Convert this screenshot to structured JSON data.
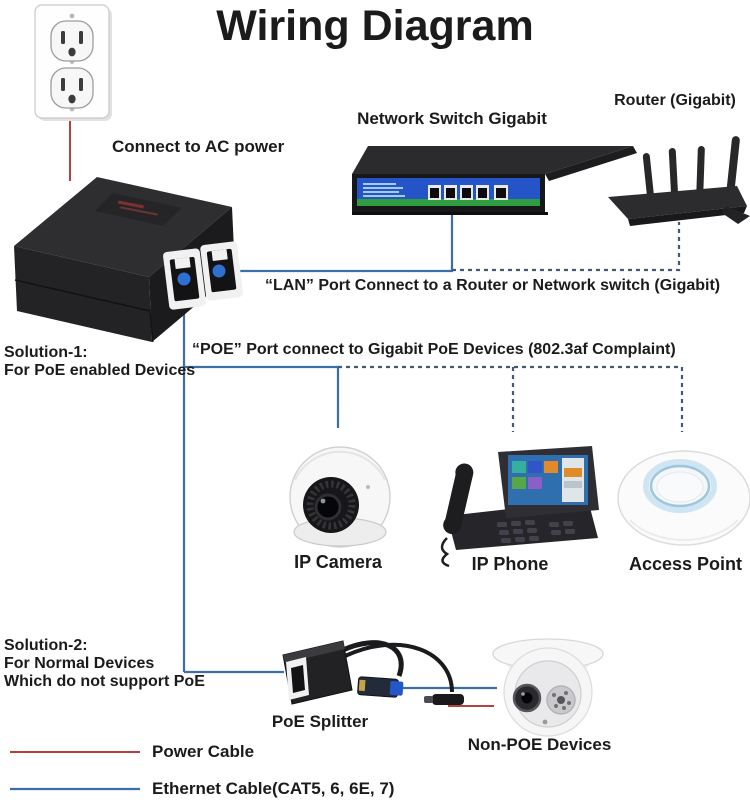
{
  "title": "Wiring Diagram",
  "labels": {
    "connect_ac": "Connect to AC power",
    "network_switch": "Network Switch Gigabit",
    "router": "Router (Gigabit)",
    "lan_note": "“LAN” Port Connect to a Router or Network switch (Gigabit)",
    "poe_note": "“POE” Port connect to Gigabit PoE Devices (802.3af Complaint)",
    "solution1_title": "Solution-1:",
    "solution1_line2": "For PoE enabled Devices",
    "solution2_title": "Solution-2:",
    "solution2_line2": "For Normal Devices",
    "solution2_line3": "Which do not support PoE",
    "ip_camera": "IP Camera",
    "ip_phone": "IP Phone",
    "access_point": "Access Point",
    "poe_splitter": "PoE Splitter",
    "non_poe_devices": "Non-POE Devices",
    "legend_power": "Power Cable",
    "legend_ethernet": "Ethernet Cable(CAT5, 6, 6E, 7)"
  },
  "legend": [
    {
      "cable": "Power Cable",
      "color": "#b5413f",
      "style": "solid"
    },
    {
      "cable": "Ethernet Cable(CAT5, 6, 6E, 7)",
      "color": "#3c6fa8",
      "style": "solid"
    }
  ],
  "colors": {
    "power_cable": "#b5413f",
    "ethernet_solid": "#3c6fa8",
    "ethernet_dashed": "#3f5a78",
    "text": "#1b1b1b",
    "switch_panel": "#2553c8",
    "switch_stripe": "#2e9e40",
    "ap_ring": "#9bc6dd",
    "plug_blue": "#2e6fd0"
  },
  "devices": {
    "wall_outlet": "AC wall outlet",
    "poe_injector": "PoE injector (POE + LAN ports)",
    "network_switch": "Network Switch Gigabit",
    "router": "Router (Gigabit)",
    "ip_camera": "IP Camera",
    "ip_phone": "IP Phone",
    "access_point": "Access Point",
    "poe_splitter": "PoE Splitter",
    "non_poe_camera": "Non-POE Devices"
  }
}
